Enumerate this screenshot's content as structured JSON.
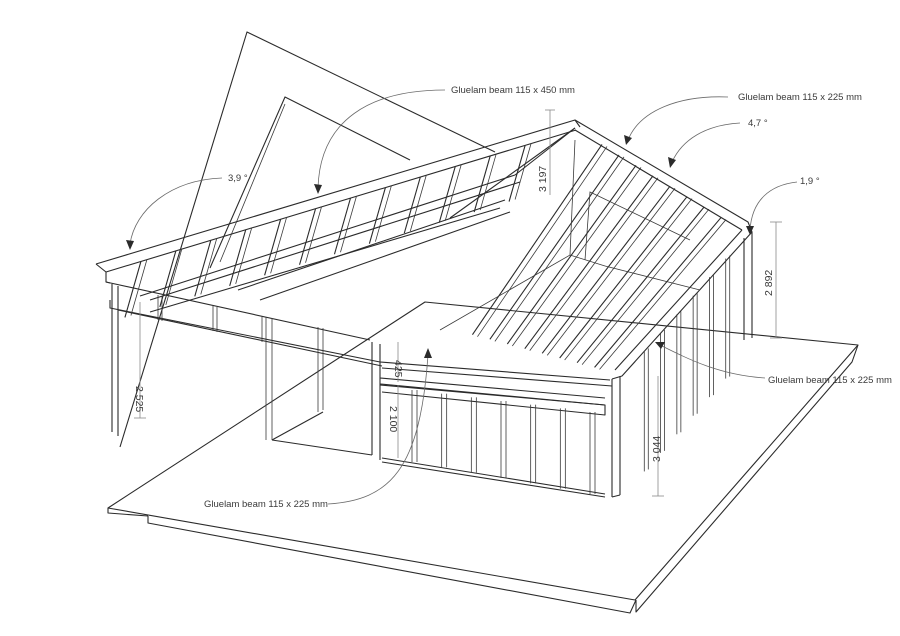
{
  "annotations": {
    "beam_ridge_front": "Gluelam beam 115 x 450 mm",
    "beam_ridge_right": "Gluelam beam 115 x 225 mm",
    "beam_right_side": "Gluelam beam 115 x 225 mm",
    "beam_front": "Gluelam beam 115 x 225 mm",
    "angle_left": "3,9 °",
    "angle_top": "4,7 °",
    "angle_right": "1,9 °"
  },
  "dimensions": {
    "ridge_height": "3 197",
    "right_height": "2 892",
    "left_height": "2 525",
    "opening_header": "425",
    "opening_height": "2 100",
    "corner_height": "3 044"
  }
}
